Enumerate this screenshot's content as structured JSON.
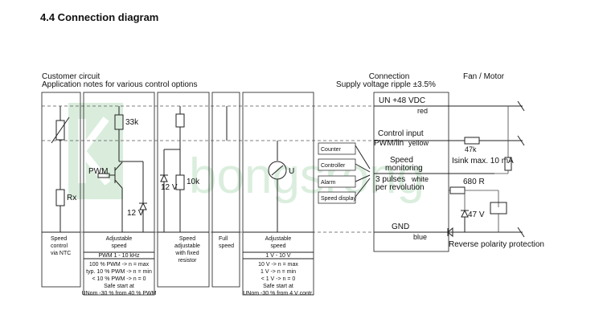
{
  "title": "4.4 Connection diagram",
  "customer": {
    "heading": "Customer circuit",
    "subheading": "Application notes for various control options"
  },
  "connection": {
    "heading": "Connection",
    "subheading": "Supply voltage ripple ±3.5%"
  },
  "fan_motor_heading": "Fan / Motor",
  "pins": {
    "un": "UN +48 VDC",
    "red": "red",
    "control_input": "Control input",
    "pwm_lin": "PWM/lin",
    "yellow": "yellow",
    "speed": "Speed",
    "monitoring": "monitoring",
    "pulses": "3 pulses",
    "white": "white",
    "per_rev": "per revolution",
    "gnd": "GND",
    "blue": "blue"
  },
  "options": [
    "Counter",
    "Controller",
    "Alarm",
    "Speed display"
  ],
  "motor": {
    "r47k": "47k",
    "isink": "Isink max. 10 mA",
    "r680": "680 R",
    "z47v": "47 V",
    "reverse": "Reverse polarity protection"
  },
  "circuit1": {
    "rx": "Rx",
    "d1": "Speed",
    "d2": "control",
    "d3": "via NTC"
  },
  "circuit2": {
    "r33k": "33k",
    "pwm": "PWM",
    "z12v": "12 V",
    "d1": "Adjustable",
    "d2": "speed",
    "freq": "PWM 1 - 10 kHz",
    "n1": "100 % PWM -> n = max",
    "n2": "typ. 10 % PWM -> n = min",
    "n3": "< 10 % PWM -> n = 0",
    "n4": "Safe start at",
    "n5": "UNom -30 % from 40 % PWM"
  },
  "circuit3": {
    "z12v": "12 V",
    "r10k": "10k",
    "d1": "Speed",
    "d2": "adjustable",
    "d3": "with fixed",
    "d4": "resistor"
  },
  "circuit4": {
    "d1": "Full",
    "d2": "speed"
  },
  "circuit5": {
    "u": "U",
    "d1": "Adjustable",
    "d2": "speed",
    "range": "1 V - 10 V",
    "n1": "10 V -> n = max",
    "n2": "1 V -> n = min",
    "n3": "< 1 V -> n = 0",
    "n4": "Safe start at",
    "n5": "UNom -30 % from 4 V contr."
  },
  "watermark": "bongsrong"
}
